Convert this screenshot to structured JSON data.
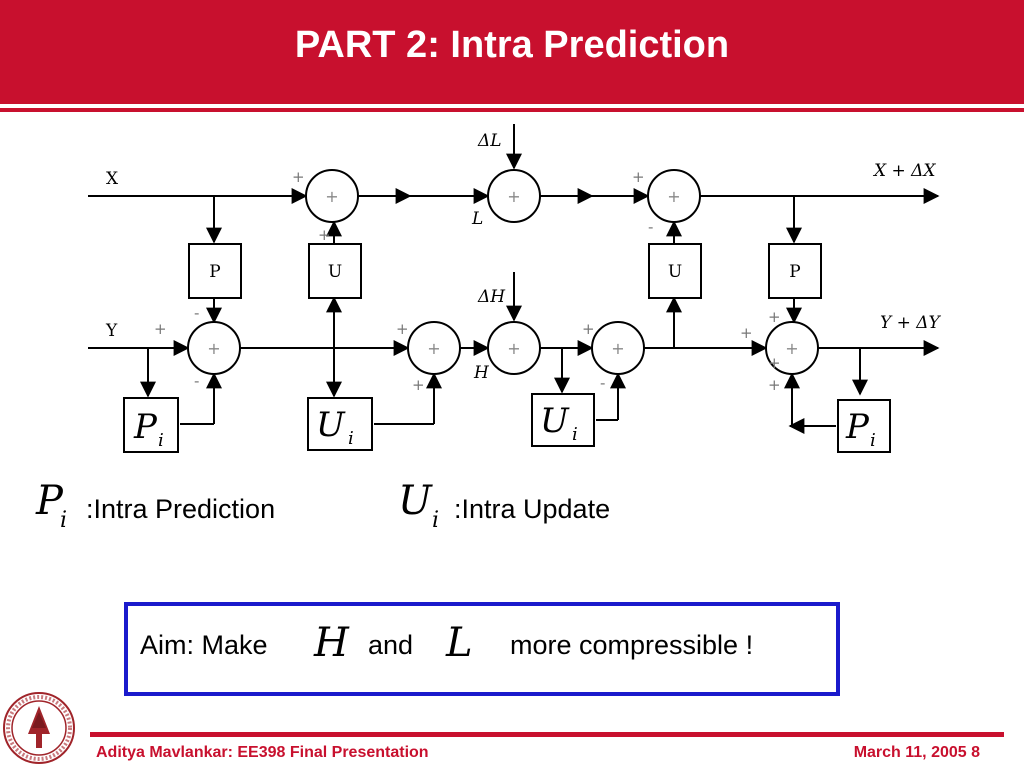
{
  "slide": {
    "title": "PART 2: Intra Prediction"
  },
  "diagram": {
    "input_x": "X",
    "input_y": "Y",
    "output_x": "X + ΔX",
    "output_y": "Y + ΔY",
    "delta_l": "ΔL",
    "delta_h": "ΔH",
    "low_label": "L",
    "high_label": "H",
    "block_p": "P",
    "block_u": "U",
    "adder_symbol": "+",
    "plus_sign": "+",
    "minus_sign": "-",
    "pred_symbol": "P",
    "update_symbol": "U",
    "index_symbol": "i"
  },
  "legend": {
    "pred_symbol": "P",
    "pred_index": "i",
    "pred_text": ":Intra Prediction",
    "update_symbol": "U",
    "update_index": "i",
    "update_text": ":Intra Update"
  },
  "aim": {
    "prefix": "Aim: Make",
    "var_h": "H",
    "middle": "and",
    "var_l": "L",
    "suffix": "more compressible !"
  },
  "footer": {
    "left": "Aditya Mavlankar: EE398 Final Presentation",
    "right": "March 11, 2005  8"
  },
  "colors": {
    "brand_red": "#c8102e",
    "aim_border": "#1a1acc"
  }
}
